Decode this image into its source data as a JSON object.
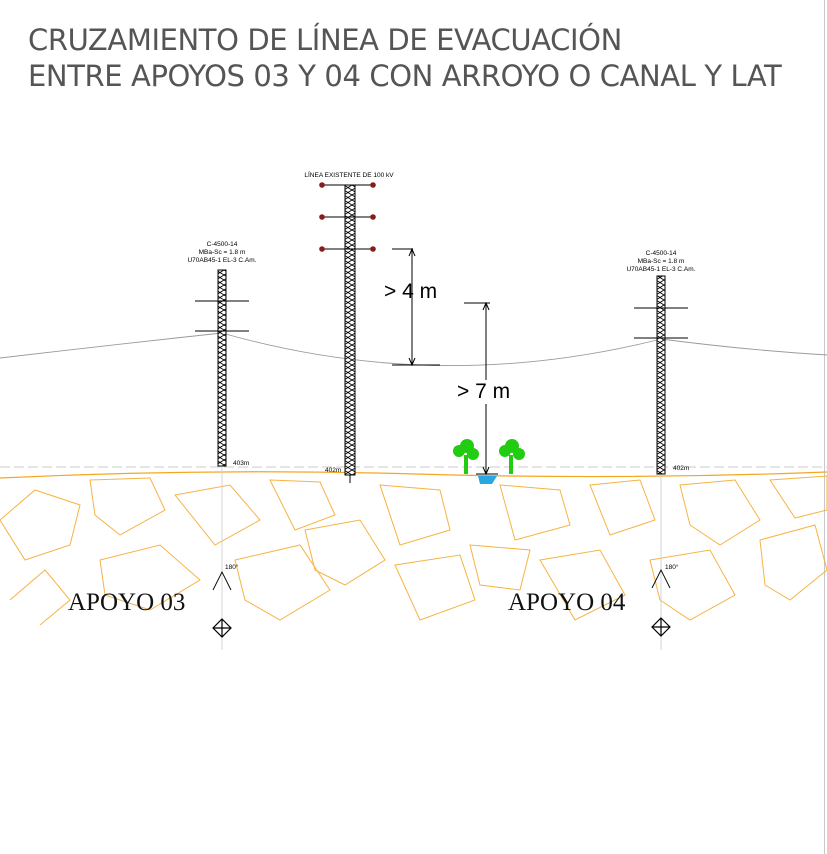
{
  "title": {
    "line1": "CRUZAMIENTO DE LÍNEA DE EVACUACIÓN",
    "line2": "ENTRE APOYOS 03 Y 04 CON ARROYO O CANAL Y LAT"
  },
  "existing_line": {
    "label": "LÍNEA EXISTENTE DE 100 kV"
  },
  "support_03": {
    "spec_line1": "C-4500-14",
    "spec_line2": "MBa-Sc = 1.8 m",
    "spec_line3": "U70AB45-1 EL-3 C.Am.",
    "elevation": "403m",
    "name": "APOYO 03",
    "angle": "180°"
  },
  "support_04": {
    "spec_line1": "C-4500-14",
    "spec_line2": "MBa-Sc = 1.8 m",
    "spec_line3": "U70AB45-1 EL-3 C.Am.",
    "elevation": "402m",
    "name": "APOYO 04",
    "angle": "180°"
  },
  "existing_tower": {
    "elevation": "402m"
  },
  "clearances": {
    "to_existing_line": "> 4 m",
    "to_ground": "> 7 m"
  },
  "colors": {
    "title_text": "#555555",
    "terrain": "#f5a623",
    "tree": "#22cc11",
    "water": "#2aa6e0",
    "insulator_dot": "#8b1a1a"
  }
}
